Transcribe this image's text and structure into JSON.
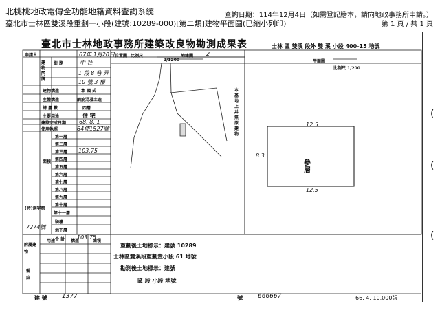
{
  "header": {
    "system_title": "北桃桃地政電傳全功能地籍資料查詢系統",
    "subtitle": "臺北市士林區雙溪段重劃一小段(建號:10289-000)[第二類]建物平面圖(已縮小列印)",
    "query_date": "查詢日期：114年12月4日（如需登記謄本，請向地政事務所申請。）",
    "page": "第 1 頁 / 共 1 頁"
  },
  "document": {
    "title": "臺北市士林地政事務所建築改良物勘測成果表",
    "location_top": "士林 區 雙溪 段外 雙 溪 小段 400-15 地號",
    "applicant": "申請人",
    "dates": {
      "application": "67年 1月20日",
      "completion": "68. 8. 1",
      "use_license": "64使1527號"
    },
    "left_form": {
      "address_label": "建 物 門 牌",
      "street_label": "街 路",
      "street_value": "中 社",
      "section_value": "1 段 8 巷 弄",
      "number_value": "10 號 3 樓",
      "structure_label": "建物構造",
      "structure_value": "本 國 式",
      "main_use_label": "主體構造",
      "main_use_value": "鋼筋混凝土造",
      "floors_label": "總 層 數",
      "floors_value": "四層",
      "usage_label": "主要用途",
      "usage_value": "住 宅",
      "date_label": "建築完成日期",
      "license_label": "使用執照",
      "floor_area_label": "面積",
      "floor_rows": [
        "第一層",
        "第二層",
        "第三層",
        "第四層",
        "第五層",
        "第六層",
        "第七層",
        "第八層",
        "第九層",
        "第十層",
        "第十一層",
        "騎樓",
        "地下層"
      ],
      "third_floor_area": "103.75",
      "total_label": "合 計",
      "total_value": "103.75",
      "survey_no_label": "(特)測字第",
      "survey_no_value": "7274號",
      "annex_label": "附屬建物",
      "annex_cols": [
        "用途",
        "構造",
        "面積"
      ],
      "note_label": "備註"
    },
    "map_labels": {
      "site_plan": "位置圖",
      "scale_prefix": "比例尺",
      "scale_value": "1/1200",
      "map_sheet": "地籍圖",
      "map_sheet_no": "2",
      "right_note": "本基地上幷無原建物",
      "floor_plan": "平面圖",
      "floor_scale": "比例尺 1/200",
      "floor_label": "參層",
      "dim_top": "12.5",
      "dim_side": "8.3",
      "dim_bottom": "12.5"
    },
    "bottom": {
      "redivision_line1": "重劃後土地標示：建號 10289",
      "redivision_line2": "士林區雙溪段重劃壹小段 61 地號",
      "survey_marks": "勘測後土地標示：建號",
      "district_line": "區 段 小段 地號",
      "building_no_label": "建 號",
      "building_no_value": "1377",
      "sheet_no_label": "號",
      "sheet_no_value": "666667",
      "print_code": "66. 4. 10,000張"
    }
  }
}
